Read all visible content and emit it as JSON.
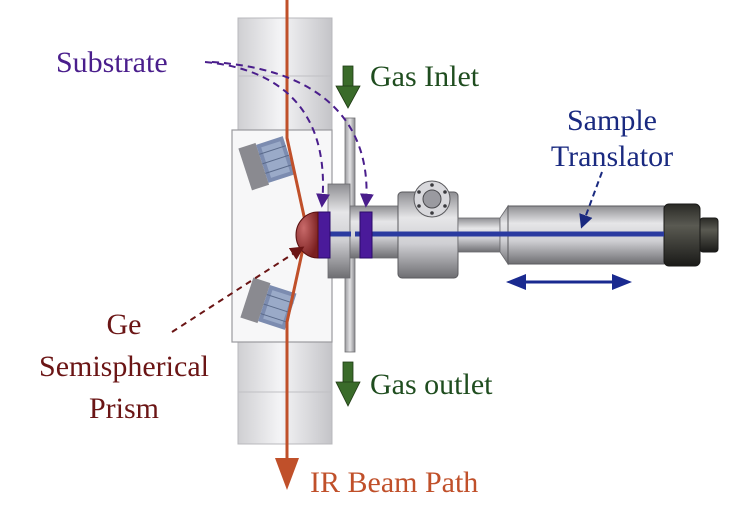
{
  "labels": {
    "substrate": "Substrate",
    "gas_inlet": "Gas Inlet",
    "sample_translator_line1": "Sample",
    "sample_translator_line2": "Translator",
    "ge_line1": "Ge",
    "ge_line2": "Semispherical",
    "ge_line3": "Prism",
    "gas_outlet": "Gas outlet",
    "ir_beam_path": "IR Beam Path"
  },
  "colors": {
    "substrate_label": "#4a1e8c",
    "gas_label": "#1f4d1f",
    "translator_label": "#1a2a80",
    "ge_label": "#6b1515",
    "ir_beam": "#c0502a",
    "substrate_plate": "#4a1a9a",
    "prism": "#8a2a2a",
    "gas_arrow": "#3a6b2a",
    "translator_arrow": "#1a2a90"
  }
}
